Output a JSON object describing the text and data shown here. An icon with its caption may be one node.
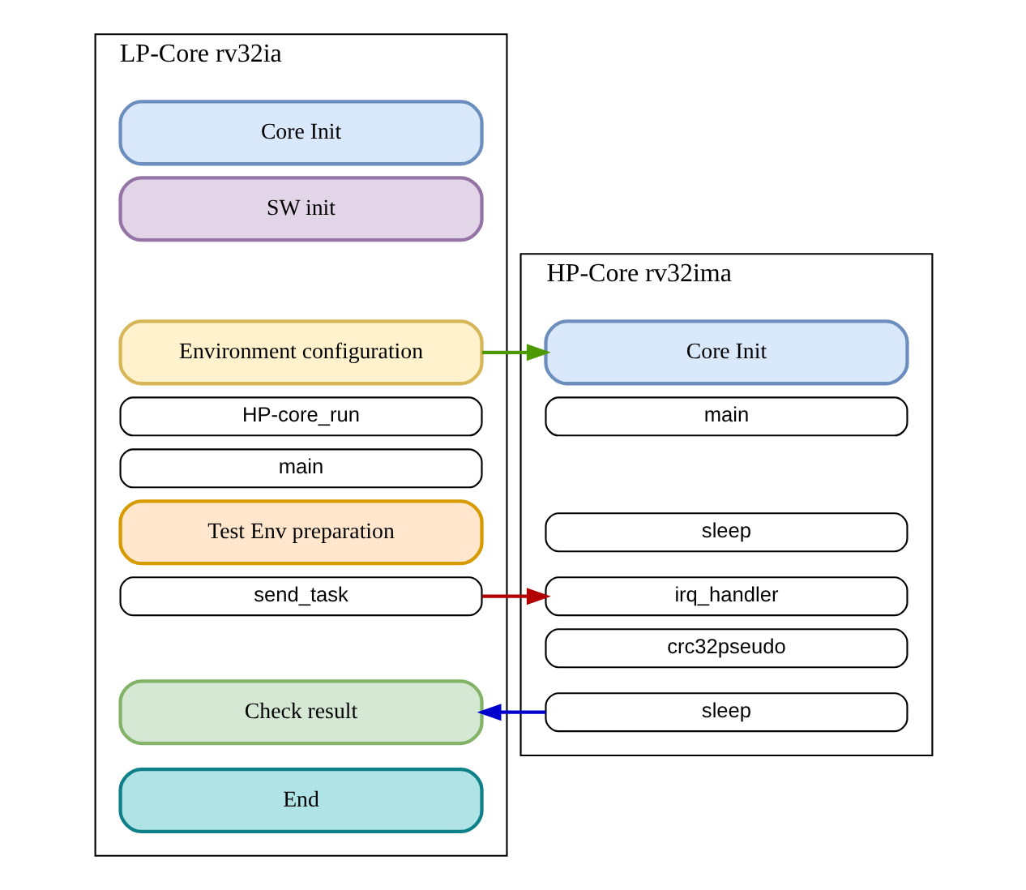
{
  "diagram": {
    "nodes": [
      {
        "text": [
          "LP-Core rv32ia"
        ]
      },
      {
        "text": [
          "Core Init"
        ],
        "in": 0
      },
      {
        "text": [
          "SW init"
        ],
        "in": 0
      },
      {
        "text": [
          "Environment configuration"
        ],
        "in": 0
      },
      {
        "text": [
          "HP-core_run"
        ],
        "in": 0
      },
      {
        "text": [
          "main"
        ],
        "in": 0
      },
      {
        "text": [
          "Test Env preparation"
        ],
        "in": 0
      },
      {
        "text": [
          "send_task"
        ],
        "in": 0
      },
      {
        "text": [
          "Check result"
        ],
        "in": 0
      },
      {
        "text": [
          "End"
        ],
        "in": 0
      },
      {
        "text": [
          "HP-Core rv32ima"
        ]
      },
      {
        "text": [
          "Core Init"
        ],
        "in": 10
      },
      {
        "text": [
          "main"
        ],
        "in": 10
      },
      {
        "text": [
          "sleep"
        ],
        "in": 10
      },
      {
        "text": [
          "irq_handler"
        ],
        "in": 10
      },
      {
        "text": [
          "crc32pseudo"
        ],
        "in": 10
      },
      {
        "text": [
          "sleep"
        ],
        "in": 10
      }
    ],
    "edges": [
      {
        "from": 3,
        "to": 11,
        "arrow": "to",
        "color": "#4d9900"
      },
      {
        "from": 7,
        "to": 14,
        "arrow": "to",
        "color": "#b20000"
      },
      {
        "from": 16,
        "to": 8,
        "arrow": "to",
        "color": "#0000cc"
      }
    ]
  }
}
